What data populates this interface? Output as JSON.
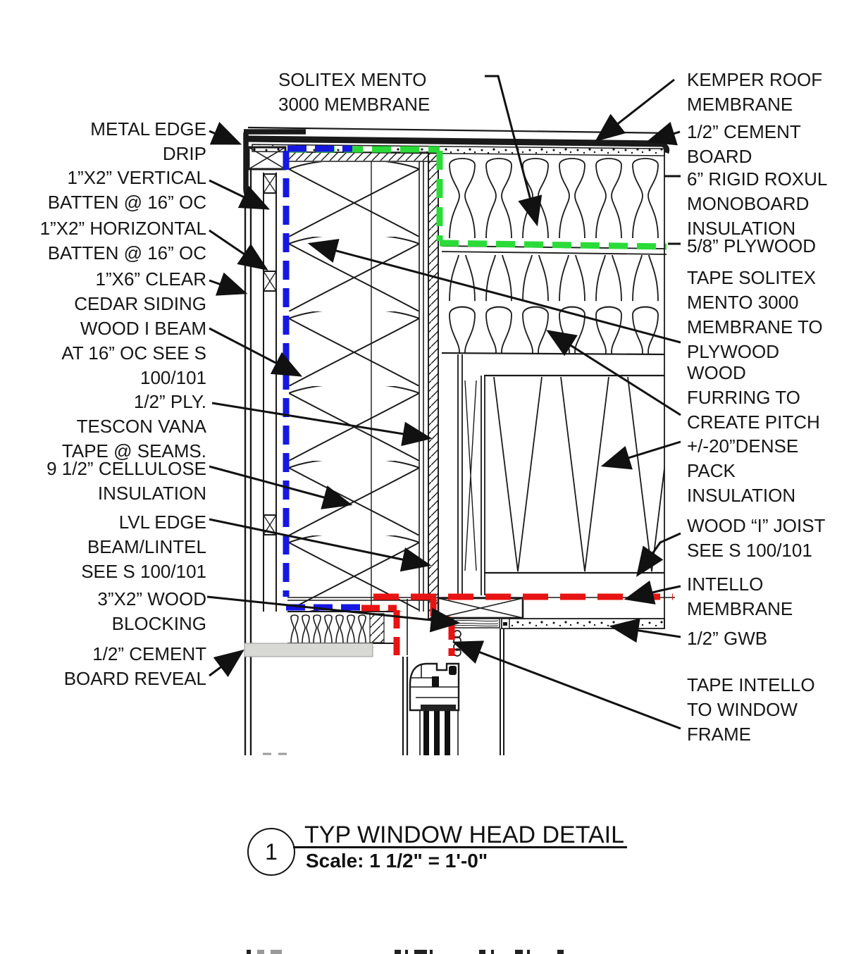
{
  "title_block": {
    "detail_number": "1",
    "title": "TYP WINDOW HEAD DETAIL",
    "scale": "Scale: 1 1/2\" = 1'-0\""
  },
  "colors": {
    "ink": "#1a1a1a",
    "solitex_membrane_green": "#2bdc38",
    "membrane_blue": "#1717e2",
    "intello_membrane_red": "#e81313",
    "cement_reveal_grey": "#d8d8d5"
  },
  "labels": {
    "top": [
      {
        "id": "solitex-mento",
        "text": "SOLITEX MENTO\n3000 MEMBRANE"
      }
    ],
    "left": [
      {
        "id": "metal-edge-drip",
        "text": "METAL EDGE\nDRIP"
      },
      {
        "id": "vertical-batten",
        "text": "1”X2” VERTICAL\nBATTEN @ 16” OC"
      },
      {
        "id": "horizontal-batten",
        "text": "1”X2” HORIZONTAL\nBATTEN @ 16” OC"
      },
      {
        "id": "cedar-siding",
        "text": "1”X6” CLEAR\nCEDAR SIDING"
      },
      {
        "id": "wood-i-beam",
        "text": "WOOD I BEAM\nAT 16” OC SEE S\n100/101"
      },
      {
        "id": "ply-tescon",
        "text": "1/2” PLY.\nTESCON VANA\nTAPE @ SEAMS."
      },
      {
        "id": "cellulose",
        "text": "9 1/2” CELLULOSE\nINSULATION"
      },
      {
        "id": "lvl-edge-beam",
        "text": "LVL EDGE\nBEAM/LINTEL\nSEE S 100/101"
      },
      {
        "id": "wood-blocking",
        "text": "3”X2” WOOD\nBLOCKING"
      },
      {
        "id": "cement-board-reveal",
        "text": "1/2” CEMENT\nBOARD REVEAL"
      }
    ],
    "right": [
      {
        "id": "kemper-roof",
        "text": "KEMPER ROOF\nMEMBRANE"
      },
      {
        "id": "cement-board",
        "text": "1/2” CEMENT\nBOARD"
      },
      {
        "id": "rigid-roxul",
        "text": "6” RIGID ROXUL\nMONOBOARD\nINSULATION"
      },
      {
        "id": "plywood-58",
        "text": "5/8” PLYWOOD"
      },
      {
        "id": "tape-solitex",
        "text": "TAPE SOLITEX\nMENTO 3000\nMEMBRANE TO\nPLYWOOD"
      },
      {
        "id": "wood-furring",
        "text": "WOOD\nFURRING TO\nCREATE PITCH"
      },
      {
        "id": "dense-pack",
        "text": "+/-20”DENSE\nPACK\nINSULATION"
      },
      {
        "id": "wood-i-joist",
        "text": "WOOD “I” JOIST\nSEE S 100/101"
      },
      {
        "id": "intello-membrane",
        "text": "INTELLO\nMEMBRANE"
      },
      {
        "id": "gwb",
        "text": "1/2” GWB"
      },
      {
        "id": "tape-intello",
        "text": "TAPE INTELLO\nTO WINDOW\nFRAME"
      }
    ]
  }
}
